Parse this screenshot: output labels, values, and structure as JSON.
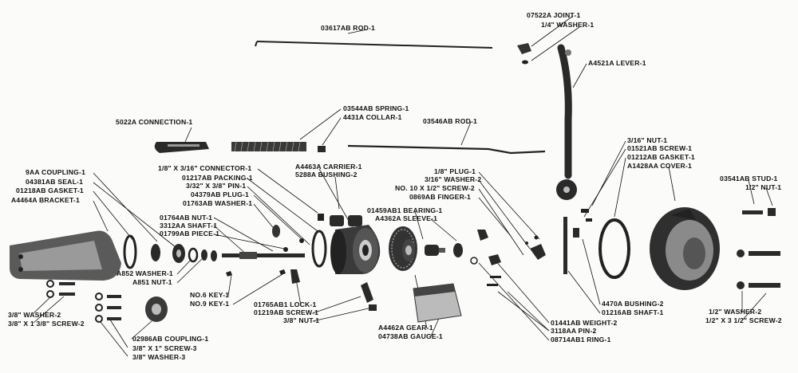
{
  "colors": {
    "ink": "#111111",
    "paper": "#fbfbf9",
    "metal": "#2a2a2a",
    "metal_light": "#8a8a8a"
  },
  "labels": {
    "rod_03617": "03617AB ROD-1",
    "joint": "07522A JOINT-1",
    "washer_quarter": "1/4\" WASHER-1",
    "lever": "A4521A LEVER-1",
    "spring": "03544AB SPRING-1",
    "collar": "4431A COLLAR-1",
    "connection": "5022A CONNECTION-1",
    "rod_03546": "03546AB ROD-1",
    "nut_3_16": "3/16\" NUT-1",
    "screw_01521": "01521AB SCREW-1",
    "gasket_01212": "01212AB GASKET-1",
    "cover": "A1428AA COVER-1",
    "stud": "03541AB STUD-1",
    "nut_half": "1/2\" NUT-1",
    "connector": "1/8\" X 3/16\" CONNECTOR-1",
    "packing": "01217AB PACKING-1",
    "pin_3_32": "3/32\" X 3/8\" PIN-1",
    "plug_04379": "04379AB PLUG-1",
    "washer_01763": "01763AB WASHER-1",
    "carrier": "A4463A CARRIER-1",
    "bushing_5288": "5288A BUSHING-2",
    "plug_eighth": "1/8\" PLUG-1",
    "washer_3_16": "3/16\" WASHER-2",
    "screw_no10": "NO. 10 X 1/2\" SCREW-2",
    "finger": "0869AB FINGER-1",
    "coupling_9aa": "9AA COUPLING-1",
    "seal": "04381AB SEAL-1",
    "gasket_01218": "01218AB GASKET-1",
    "bracket": "A4464A BRACKET-1",
    "nut_01764": "01764AB NUT-1",
    "shaft_3312": "3312AA SHAFT-1",
    "piece": "01799AB PIECE-1",
    "bearing": "01459AB1 BEARING-1",
    "sleeve": "A4362A SLEEVE-1",
    "washer_a852": "A852 WASHER-1",
    "nut_a851": "A851 NUT-1",
    "key_no6": "NO.6 KEY-1",
    "key_no9": "NO.9 KEY-1",
    "lock": "01765AB1 LOCK-1",
    "screw_01219": "01219AB SCREW-1",
    "nut_3_8": "3/8\" NUT-1",
    "weight": "01441AB WEIGHT-2",
    "pin_3118": "3118AA PIN-2",
    "ring": "08714AB1 RING-1",
    "bushing_4470": "4470A BUSHING-2",
    "shaft_01216": "01216AB SHAFT-1",
    "washer_half": "1/2\" WASHER-2",
    "screw_half": "1/2\" X 3 1/2\" SCREW-2",
    "washer_3_8_2": "3/8\" WASHER-2",
    "screw_3_8_13": "3/8\" X 1 3/8\" SCREW-2",
    "coupling_02986": "02986AB COUPLING-1",
    "screw_3_8_1": "3/8\" X 1\" SCREW-3",
    "washer_3_8_3": "3/8\" WASHER-3",
    "gear": "A4462A GEAR-1",
    "gauge": "04738AB GAUGE-1"
  }
}
